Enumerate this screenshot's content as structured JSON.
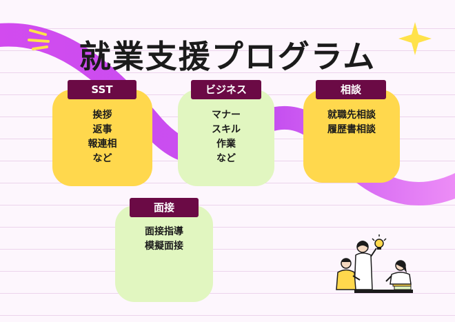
{
  "title": "就業支援プログラム",
  "cards": [
    {
      "label": "SST",
      "items": [
        "挨拶",
        "返事",
        "報連相",
        "など"
      ]
    },
    {
      "label": "ビジネス",
      "items": [
        "マナー",
        "スキル",
        "作業",
        "など"
      ]
    },
    {
      "label": "相談",
      "items": [
        "就職先相談",
        "履歴書相談"
      ]
    },
    {
      "label": "面接",
      "items": [
        "面接指導",
        "模擬面接"
      ]
    }
  ],
  "colors": {
    "accent_purple": "#6b0a45",
    "wave_magenta": "#d24bef",
    "card_yellow": "#ffd84d",
    "card_green": "#e1f6c0"
  },
  "icons": [
    "sparkle-icon",
    "lightbulb-icon",
    "people-illustration"
  ]
}
